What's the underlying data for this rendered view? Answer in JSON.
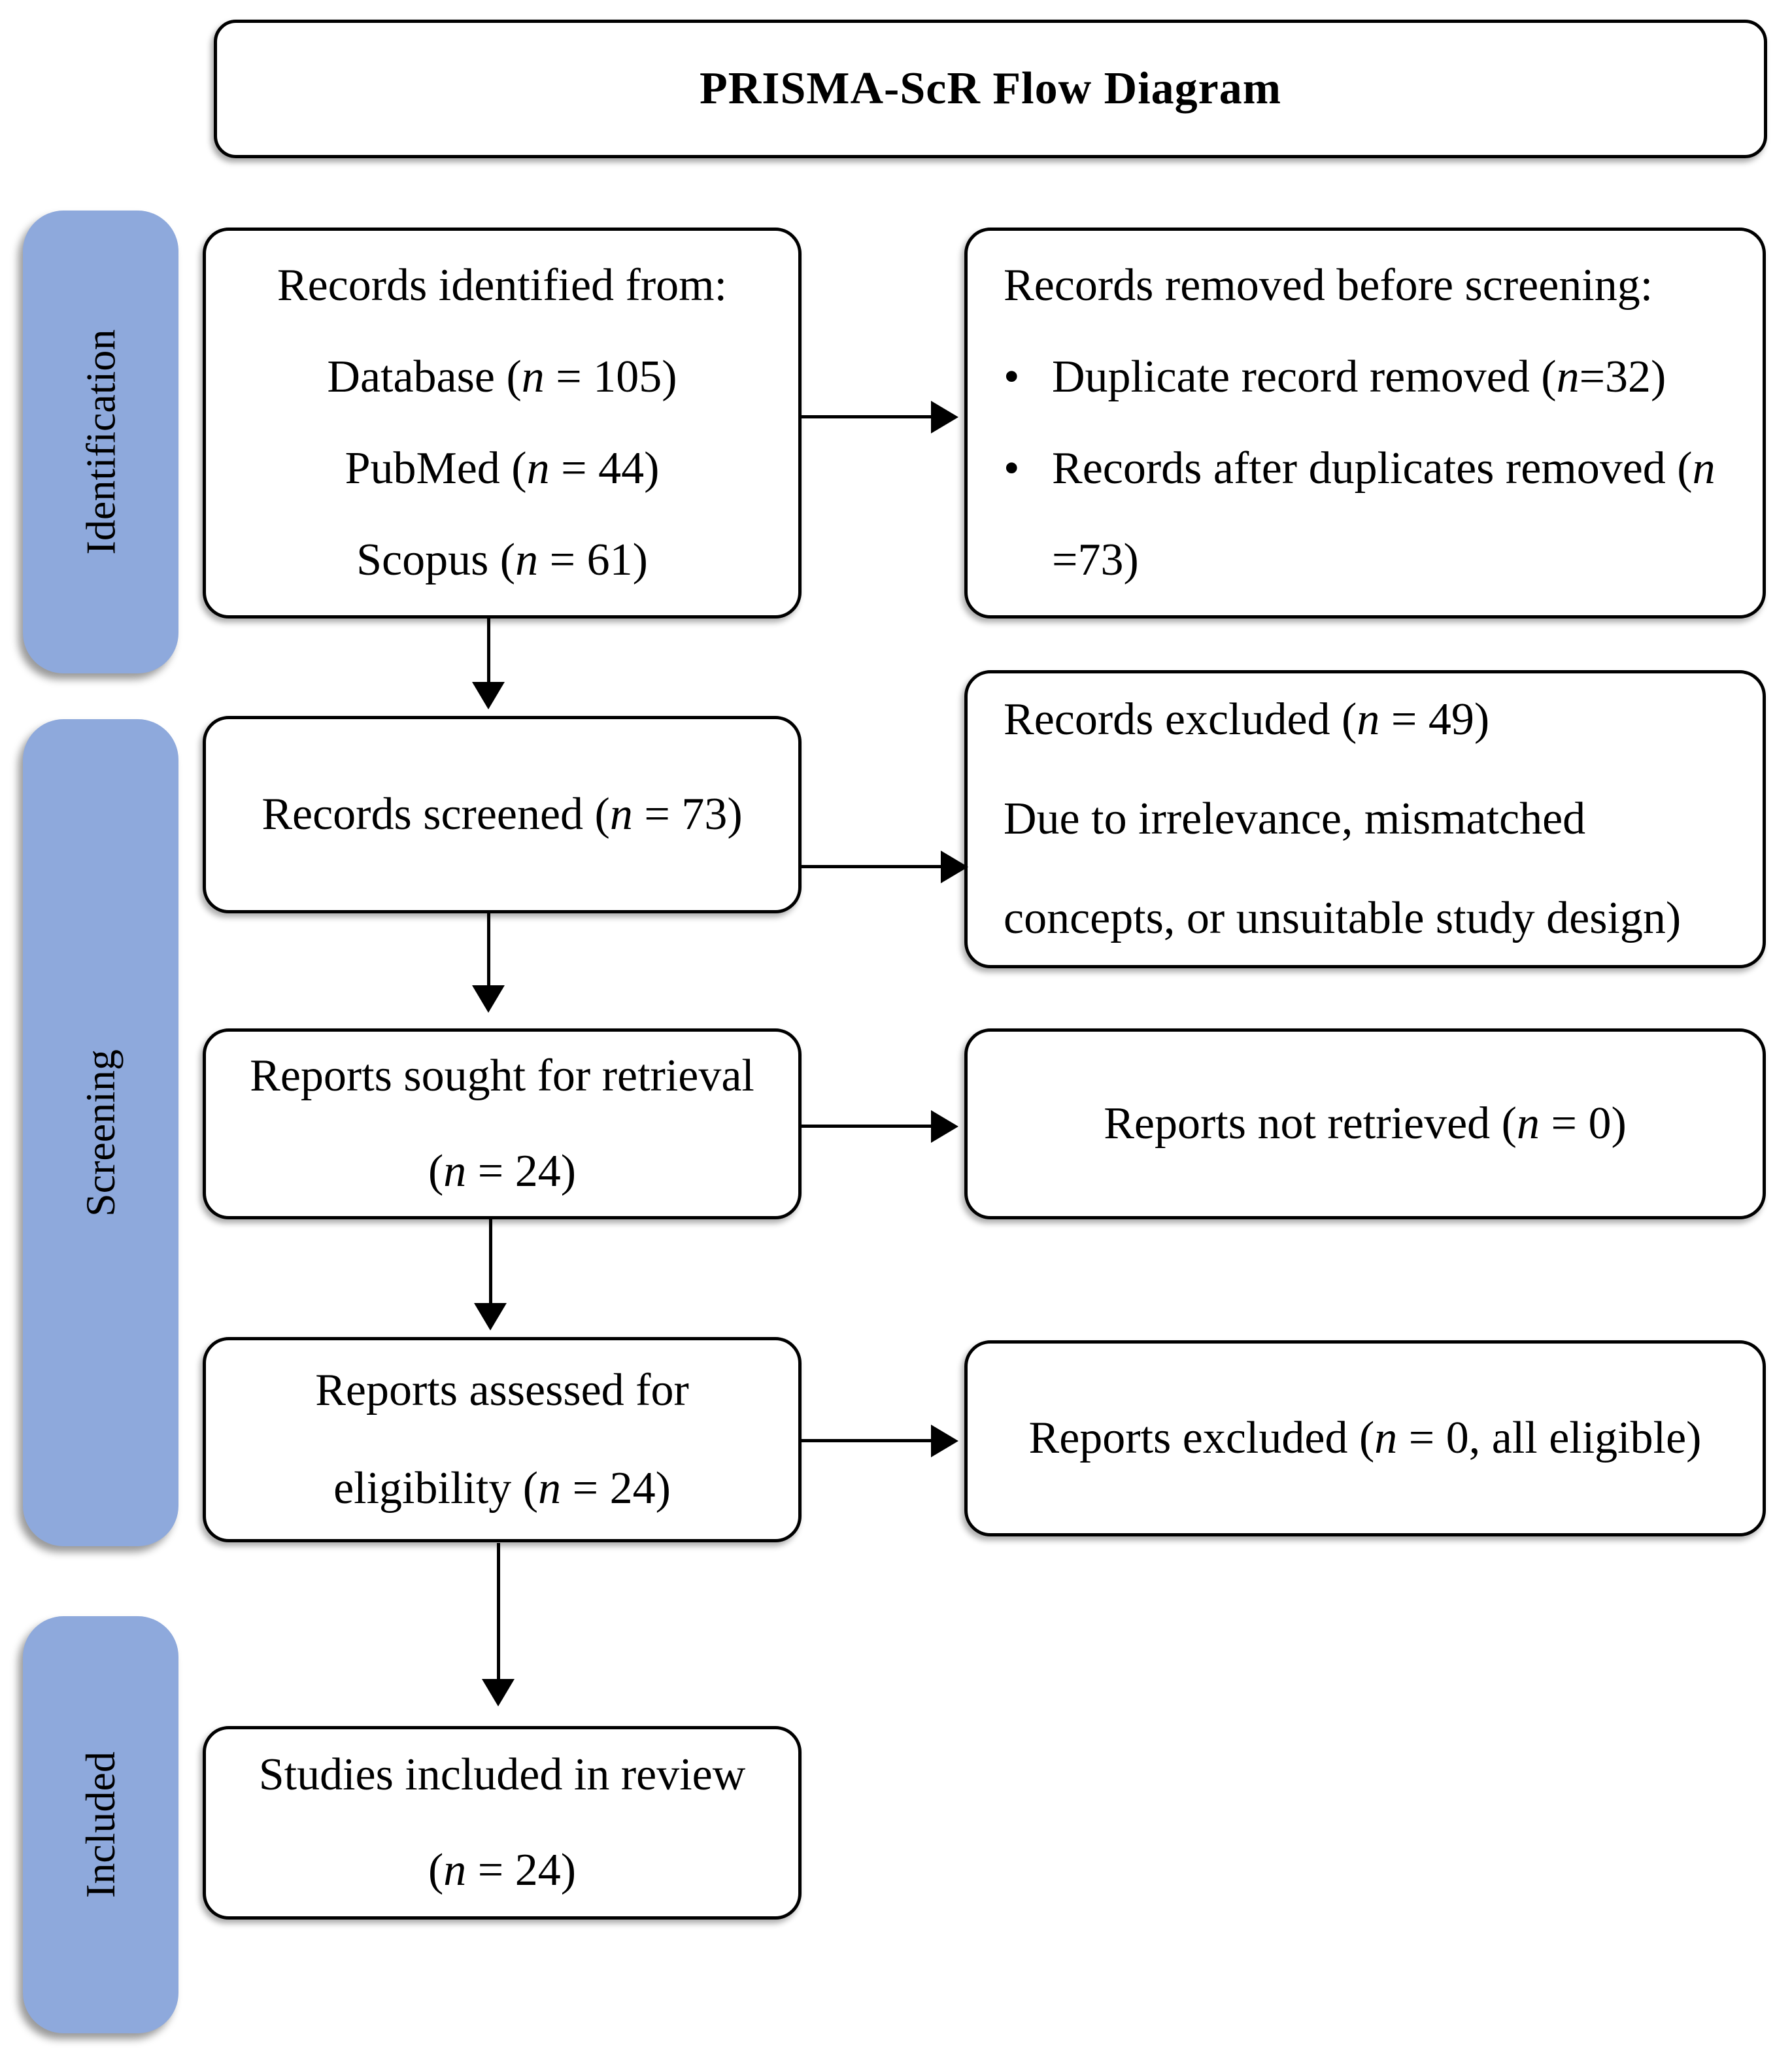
{
  "title": "PRISMA-ScR Flow Diagram",
  "colors": {
    "background": "#FFFFFF",
    "stage_fill": "#8EA9DC",
    "box_border": "#000000",
    "text": "#000000"
  },
  "stages": {
    "identification": "Identification",
    "screening": "Screening",
    "included": "Included"
  },
  "boxes": {
    "records_identified": {
      "lines": [
        "Records identified from:",
        "Database (<i>n</i> = 105)",
        "PubMed (<i>n</i> = 44)",
        "Scopus (<i>n</i> = 61)"
      ]
    },
    "records_removed": {
      "heading": "Records removed before screening:",
      "bullets": [
        "Duplicate record removed (<i>n</i>=32)",
        "Records after duplicates removed (<i>n</i> =73)"
      ]
    },
    "records_screened": {
      "text": "Records screened (<i>n</i> = 73)"
    },
    "records_excluded": {
      "lines": [
        "Records excluded (<i>n</i> = 49)",
        "Due to irrelevance, mismatched",
        "concepts, or unsuitable study design)"
      ]
    },
    "reports_sought": {
      "lines": [
        "Reports sought for retrieval",
        "(<i>n</i> = 24)"
      ]
    },
    "reports_not_retrieved": {
      "text": "Reports not retrieved (<i>n</i> = 0)"
    },
    "reports_assessed": {
      "lines": [
        "Reports assessed for",
        "eligibility (<i>n</i> = 24)"
      ]
    },
    "reports_excluded": {
      "text": "Reports excluded (<i>n</i> = 0, all eligible)"
    },
    "studies_included": {
      "lines": [
        "Studies included in review",
        "(<i>n</i> = 24)"
      ]
    }
  }
}
